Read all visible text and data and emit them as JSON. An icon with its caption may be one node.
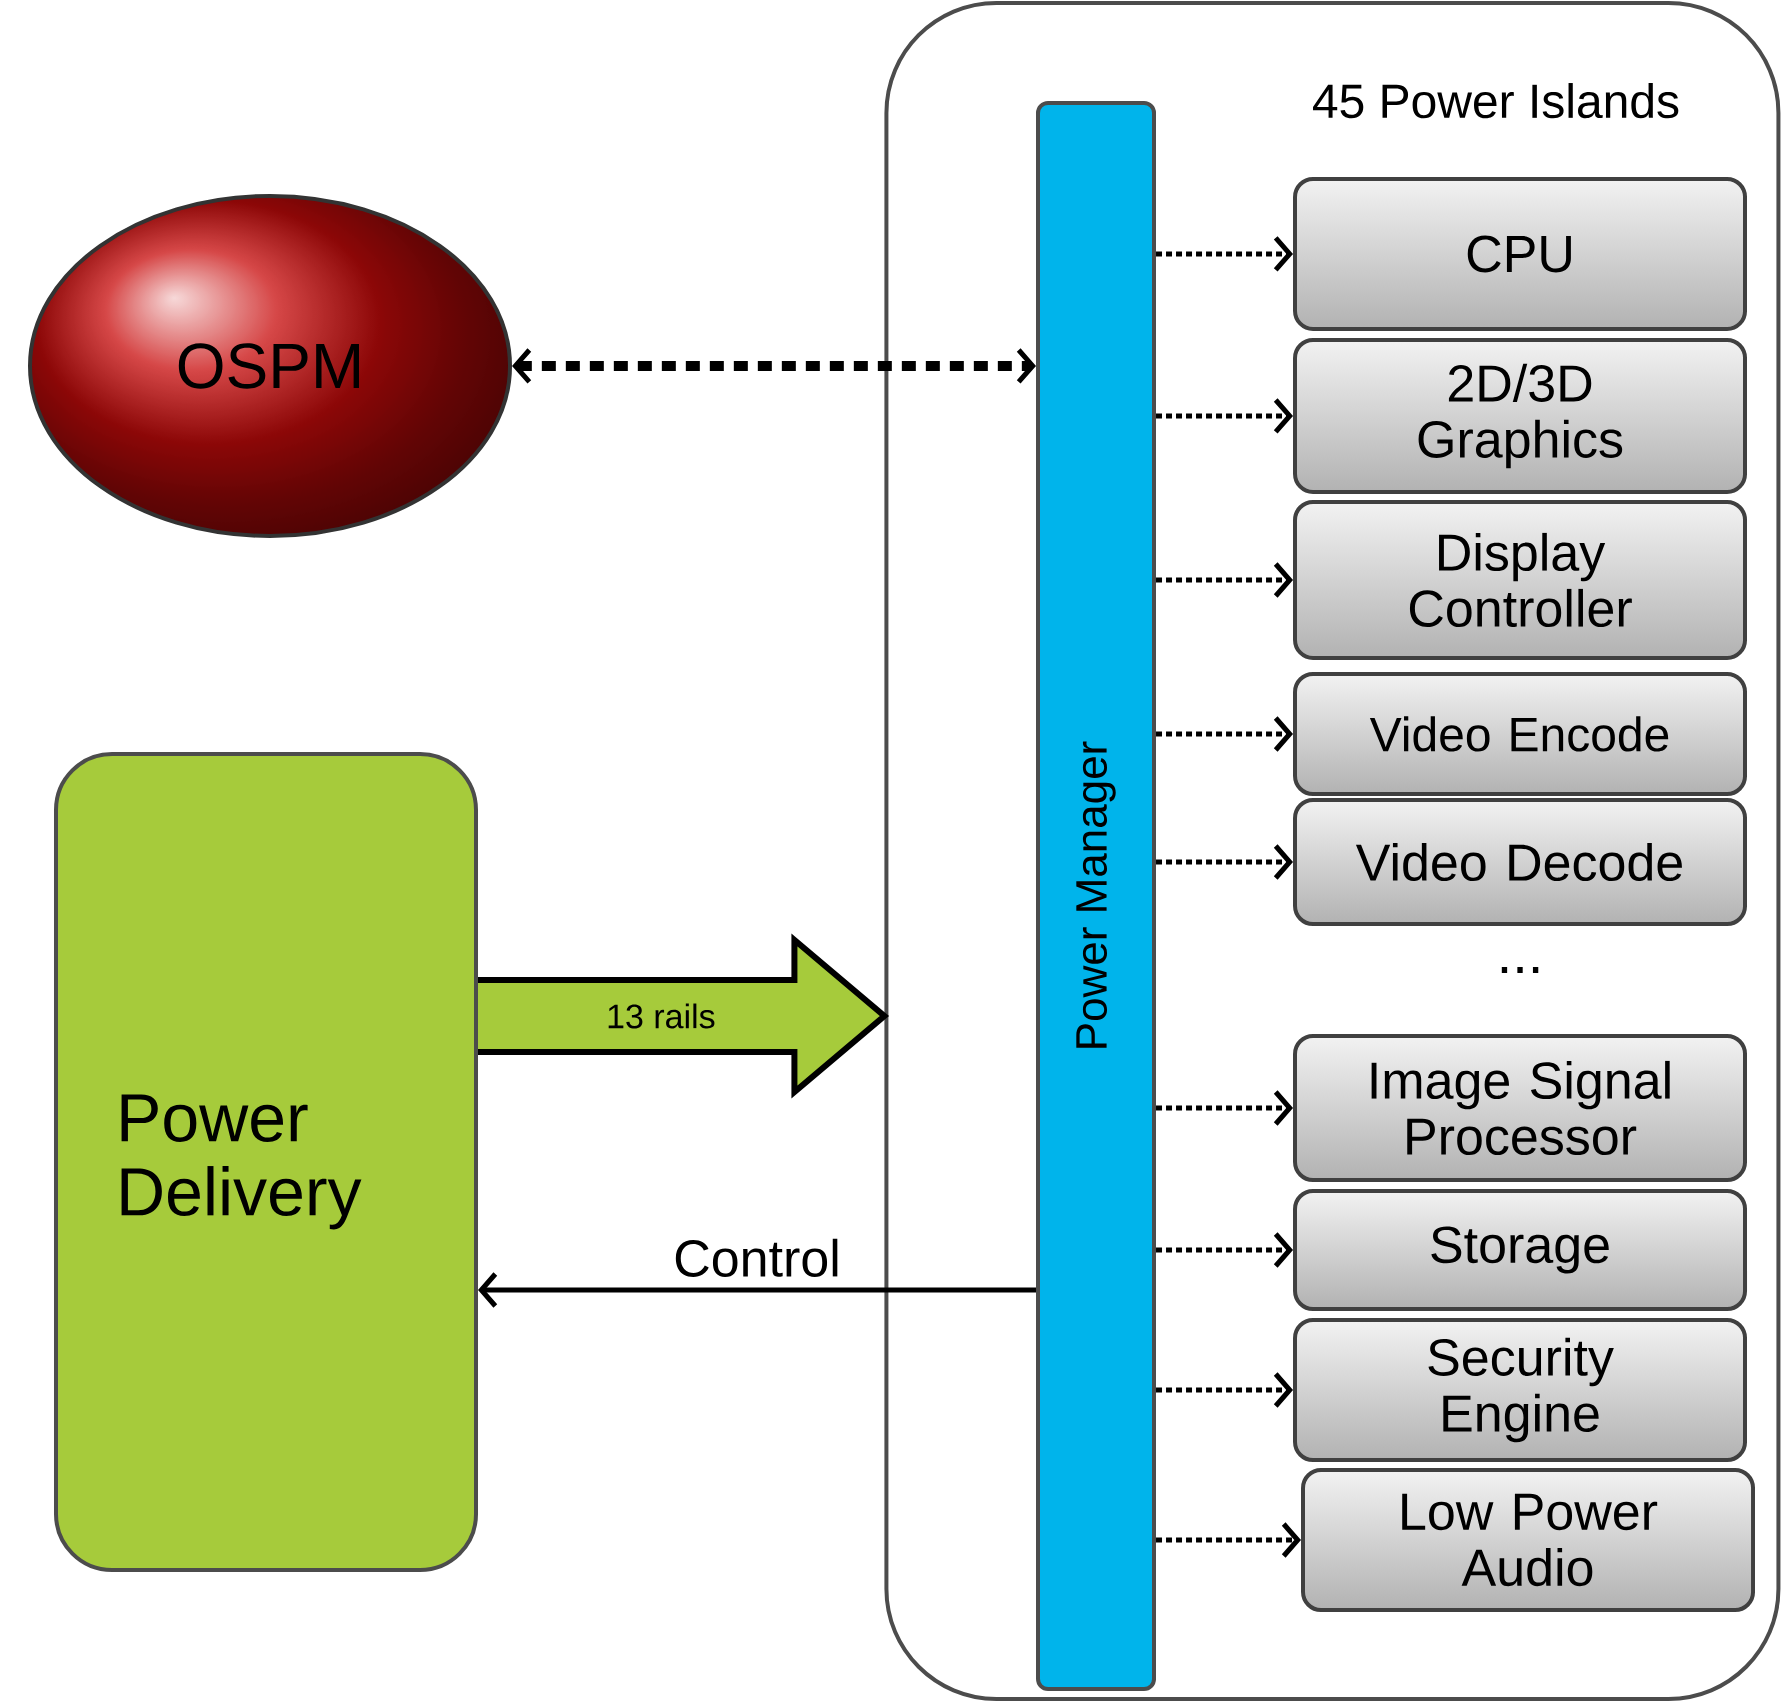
{
  "diagram": {
    "nodes": [
      {
        "text": [
          "OSPM"
        ]
      },
      {
        "text": [
          "Power Delivery"
        ]
      },
      {
        "text": [
          "45 Power Islands"
        ]
      },
      {
        "text": [
          "Power Manager"
        ],
        "in": 2
      },
      {
        "text": [
          "CPU"
        ],
        "in": 2
      },
      {
        "text": [
          "2D/3D Graphics"
        ],
        "in": 2
      },
      {
        "text": [
          "Display Controller"
        ],
        "in": 2
      },
      {
        "text": [
          "Video Encode"
        ],
        "in": 2
      },
      {
        "text": [
          "Video Decode"
        ],
        "in": 2
      },
      {
        "text": [
          "Image Signal Processor"
        ],
        "in": 2
      },
      {
        "text": [
          "Storage"
        ],
        "in": 2
      },
      {
        "text": [
          "Security Engine"
        ],
        "in": 2
      },
      {
        "text": [
          "Low Power Audio"
        ],
        "in": 2
      }
    ],
    "edges": [
      {
        "from": 0,
        "to": 3,
        "arrow": "both",
        "style": "dashed"
      },
      {
        "from": 1,
        "to": 2,
        "arrow": "to",
        "label": "13 rails",
        "style": "thick",
        "color": "#a6cb3b"
      },
      {
        "from": 3,
        "to": 1,
        "arrow": "to",
        "label": "Control"
      },
      {
        "from": 3,
        "to": 4,
        "arrow": "to",
        "style": "dashed"
      },
      {
        "from": 3,
        "to": 5,
        "arrow": "to",
        "style": "dashed"
      },
      {
        "from": 3,
        "to": 6,
        "arrow": "to",
        "style": "dashed"
      },
      {
        "from": 3,
        "to": 7,
        "arrow": "to",
        "style": "dashed"
      },
      {
        "from": 3,
        "to": 8,
        "arrow": "to",
        "style": "dashed"
      },
      {
        "from": 3,
        "to": 9,
        "arrow": "to",
        "style": "dashed"
      },
      {
        "from": 3,
        "to": 10,
        "arrow": "to",
        "style": "dashed"
      },
      {
        "from": 3,
        "to": 11,
        "arrow": "to",
        "style": "dashed"
      },
      {
        "from": 3,
        "to": 12,
        "arrow": "to",
        "style": "dashed"
      }
    ],
    "labels": [
      "..."
    ]
  }
}
